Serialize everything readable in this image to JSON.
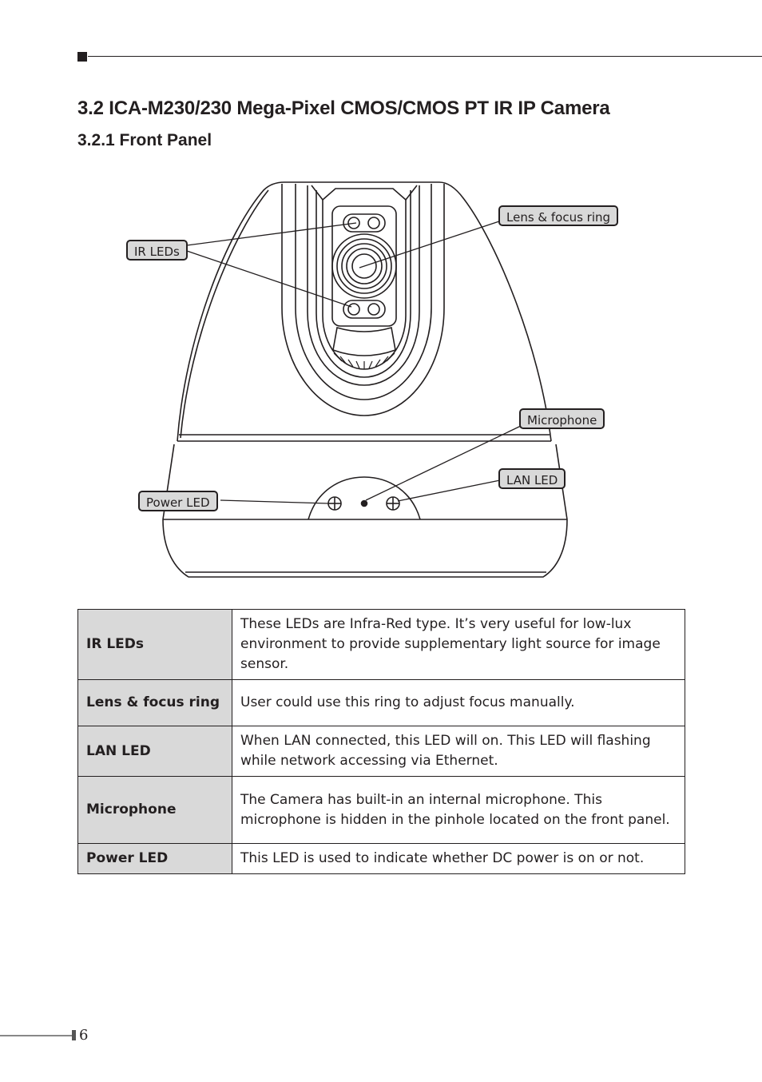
{
  "section_title": "3.2 ICA-M230/230 Mega-Pixel CMOS/CMOS PT IR IP Camera",
  "subsection_title": "3.2.1 Front Panel",
  "callouts": {
    "ir_leds": "IR LEDs",
    "lens": "Lens & focus ring",
    "microphone": "Microphone",
    "lan_led": "LAN LED",
    "power_led": "Power LED"
  },
  "table": [
    {
      "term": "IR LEDs",
      "description": "These LEDs are Infra-Red type. It’s very useful for low-lux environment to provide supplementary light source for image sensor."
    },
    {
      "term": "Lens & focus ring",
      "description": "User could use this ring to adjust focus manually."
    },
    {
      "term": "LAN LED",
      "description": "When LAN connected, this LED will on. This LED will flashing while network accessing via Ethernet."
    },
    {
      "term": "Microphone",
      "description": "The Camera has built-in an internal microphone. This microphone is hidden in the pinhole located on the front panel."
    },
    {
      "term": "Power LED",
      "description": "This LED is used to indicate whether DC power is on or not."
    }
  ],
  "page_number": "6"
}
